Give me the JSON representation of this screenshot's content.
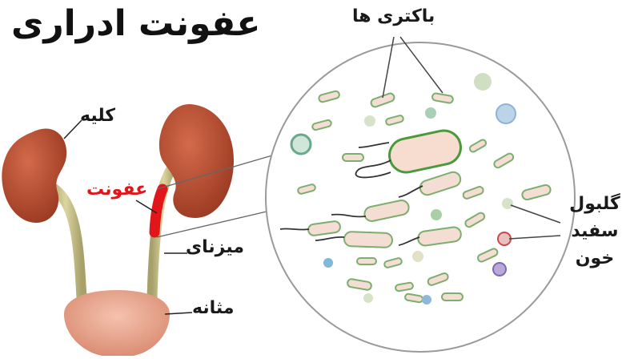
{
  "title": "عفونت ادراری",
  "labels": {
    "kidney": "کلیه",
    "infection": "عفونت",
    "ureter": "میزنای",
    "bladder": "مثانه",
    "bacteria": "باکتری ها",
    "wbc_line1": "گلبول",
    "wbc_line2": "سفید",
    "wbc_line3": "خون"
  },
  "colors": {
    "kidney": "#b4492f",
    "ureter": "#c7c08a",
    "infection": "#e0161b",
    "bladder": "#e9a58e",
    "bacteria_fill": "#f4ddd3",
    "bacteria_outline": "#7cae6e",
    "circle_outline": "#9a9a9a"
  }
}
